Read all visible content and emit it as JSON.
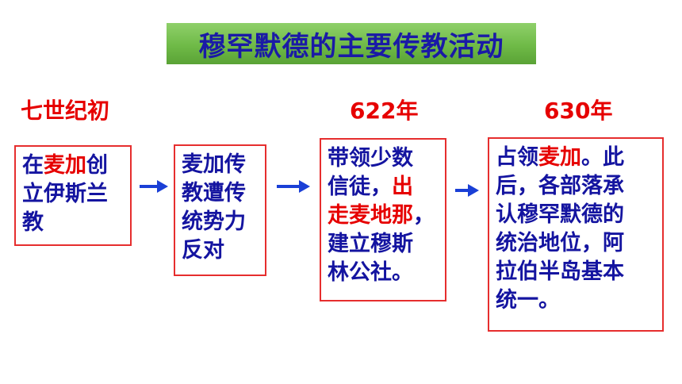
{
  "title": "穆罕默德的主要传教活动",
  "dates": [
    "七世纪初",
    "622年",
    "630年"
  ],
  "boxes": [
    {
      "lines": [
        [
          {
            "t": "在",
            "red": false
          },
          {
            "t": "麦加",
            "red": true
          },
          {
            "t": "创",
            "red": false
          }
        ],
        [
          {
            "t": "立伊斯兰",
            "red": false
          }
        ],
        [
          {
            "t": "教",
            "red": false
          }
        ]
      ]
    },
    {
      "lines": [
        [
          {
            "t": "麦加",
            "red": false
          },
          {
            "t": "传",
            "red": false
          }
        ],
        [
          {
            "t": "教遭传",
            "red": false
          }
        ],
        [
          {
            "t": "统势力",
            "red": false
          }
        ],
        [
          {
            "t": "反对",
            "red": false
          }
        ]
      ]
    },
    {
      "lines": [
        [
          {
            "t": "带领少数",
            "red": false
          }
        ],
        [
          {
            "t": "信徒，",
            "red": false
          },
          {
            "t": "出",
            "red": true
          }
        ],
        [
          {
            "t": "走麦地那",
            "red": true
          },
          {
            "t": "，",
            "red": false
          }
        ],
        [
          {
            "t": "建立穆斯",
            "red": false
          }
        ],
        [
          {
            "t": "林公社。",
            "red": false
          }
        ]
      ]
    },
    {
      "lines": [
        [
          {
            "t": "占领",
            "red": false
          },
          {
            "t": "麦加",
            "red": true
          },
          {
            "t": "。此",
            "red": false
          }
        ],
        [
          {
            "t": "后，各部落承",
            "red": false
          }
        ],
        [
          {
            "t": "认穆罕默德的",
            "red": false
          }
        ],
        [
          {
            "t": "统治地位，阿",
            "red": false
          }
        ],
        [
          {
            "t": "拉伯半岛基本",
            "red": false
          }
        ],
        [
          {
            "t": "统一。",
            "red": false
          }
        ]
      ]
    }
  ],
  "colors": {
    "accent_text": "#1414a0",
    "highlight": "#e60000",
    "title_bg": "#6fba47",
    "box_border": "#e62e2e",
    "arrow": "#1a3fd6"
  }
}
